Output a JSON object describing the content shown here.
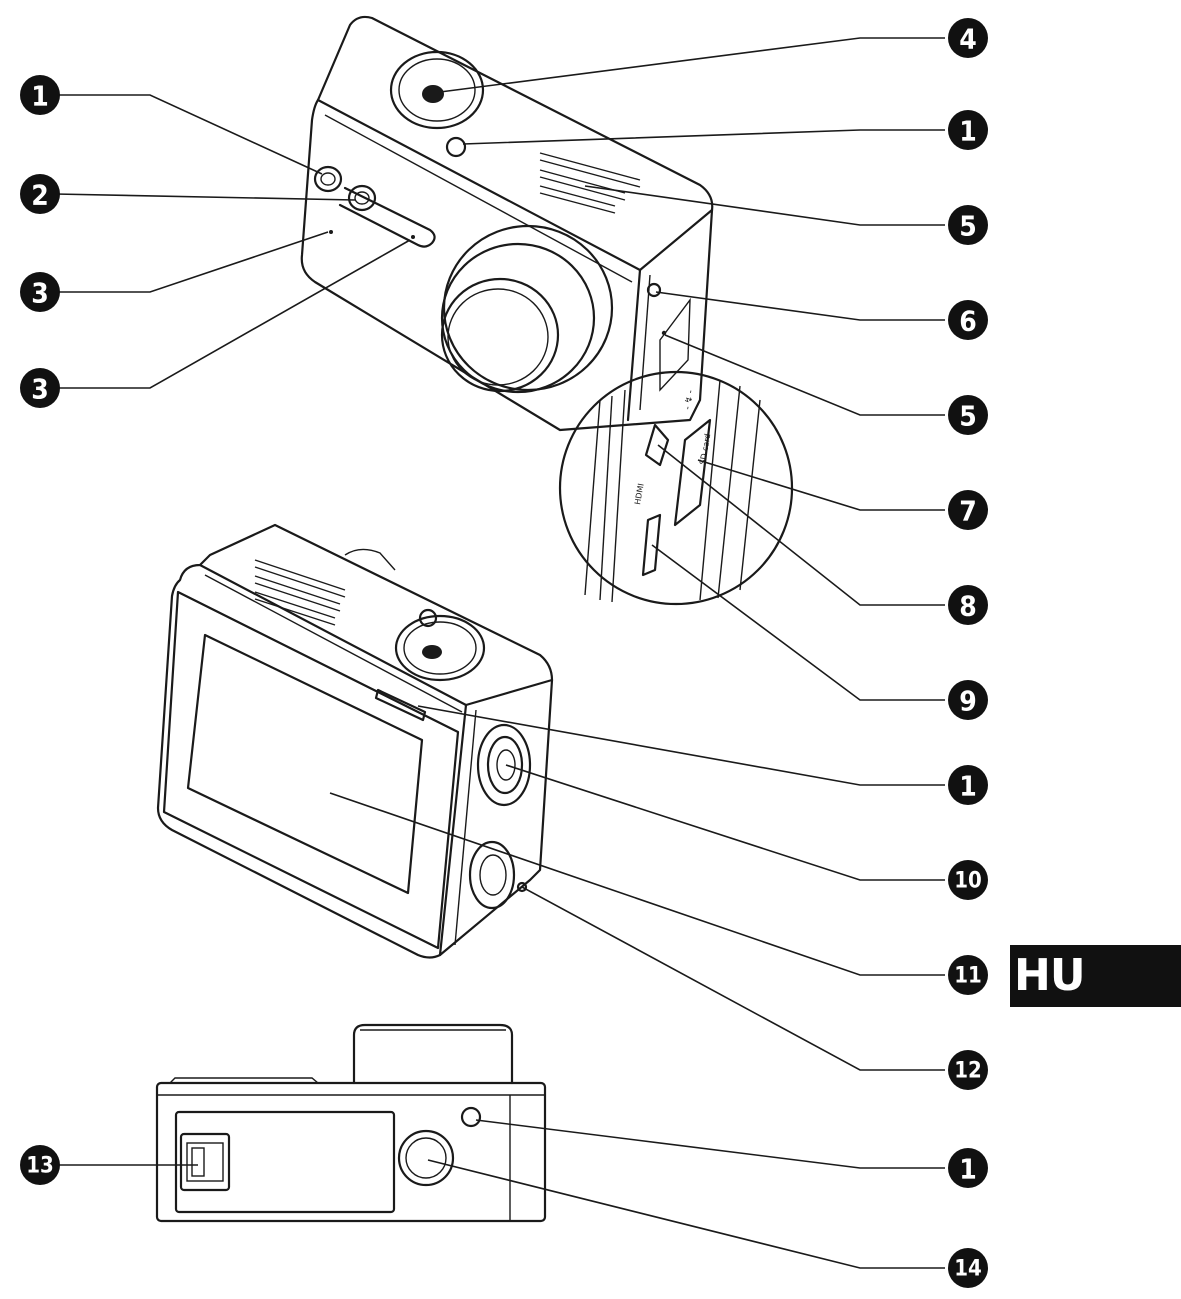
{
  "callouts": [
    {
      "id": "c-left-1",
      "label": "1"
    },
    {
      "id": "c-left-2",
      "label": "2"
    },
    {
      "id": "c-left-3a",
      "label": "3"
    },
    {
      "id": "c-left-3b",
      "label": "3"
    },
    {
      "id": "c-right-4",
      "label": "4"
    },
    {
      "id": "c-right-1a",
      "label": "1"
    },
    {
      "id": "c-right-5a",
      "label": "5"
    },
    {
      "id": "c-right-6",
      "label": "6"
    },
    {
      "id": "c-right-5b",
      "label": "5"
    },
    {
      "id": "c-right-7",
      "label": "7"
    },
    {
      "id": "c-right-8",
      "label": "8"
    },
    {
      "id": "c-right-9",
      "label": "9"
    },
    {
      "id": "c-right-1b",
      "label": "1"
    },
    {
      "id": "c-right-10",
      "label": "10"
    },
    {
      "id": "c-right-11",
      "label": "11"
    },
    {
      "id": "c-right-12",
      "label": "12"
    },
    {
      "id": "c-left-13",
      "label": "13"
    },
    {
      "id": "c-right-1c",
      "label": "1"
    },
    {
      "id": "c-right-14",
      "label": "14"
    }
  ],
  "language_tab": "HU"
}
